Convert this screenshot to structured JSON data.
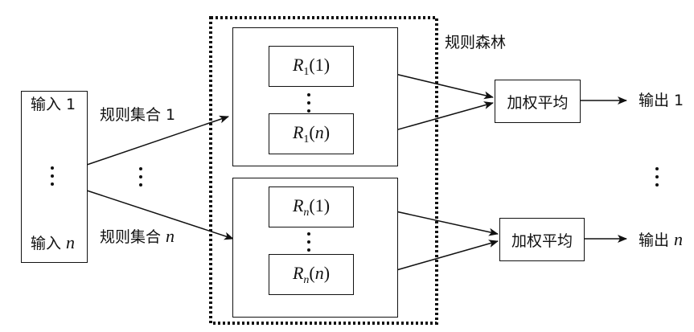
{
  "diagram": {
    "forest_label": "规则森林",
    "input_box": {
      "input_first": "输入 1",
      "input_last_prefix": "输入 ",
      "input_last_var": "n"
    },
    "rule_set_first": "规则集合 1",
    "rule_set_last_prefix": "规则集合 ",
    "rule_set_last_var": "n",
    "forest_top": {
      "rule_top": {
        "letter": "R",
        "sub": "1",
        "arg": "1"
      },
      "rule_bottom": {
        "letter": "R",
        "sub": "1",
        "arg": "n"
      }
    },
    "forest_bottom": {
      "rule_top": {
        "letter": "R",
        "sub": "n",
        "arg": "1"
      },
      "rule_bottom": {
        "letter": "R",
        "sub": "n",
        "arg": "n"
      }
    },
    "weighted_avg_top": "加权平均",
    "weighted_avg_bottom": "加权平均",
    "output_first": "输出 1",
    "output_last_prefix": "输出 ",
    "output_last_var": "n"
  }
}
